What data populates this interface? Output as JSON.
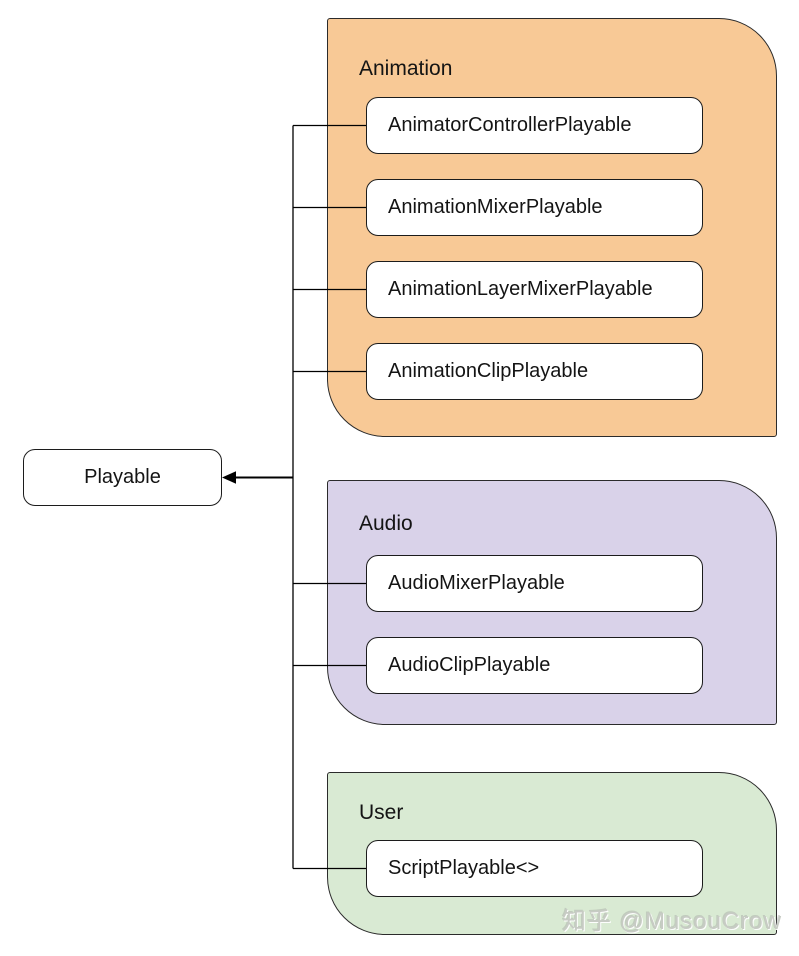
{
  "diagram": {
    "root_label": "Playable",
    "groups": [
      {
        "label": "Animation",
        "color": "#f8c996",
        "items": [
          "AnimatorControllerPlayable",
          "AnimationMixerPlayable",
          "AnimationLayerMixerPlayable",
          "AnimationClipPlayable"
        ]
      },
      {
        "label": "Audio",
        "color": "#d9d2e9",
        "items": [
          "AudioMixerPlayable",
          "AudioClipPlayable"
        ]
      },
      {
        "label": "User",
        "color": "#d9ead3",
        "items": [
          "ScriptPlayable<>"
        ]
      }
    ],
    "watermark": "知乎 @MusouCrow",
    "line_color": "#000000"
  }
}
